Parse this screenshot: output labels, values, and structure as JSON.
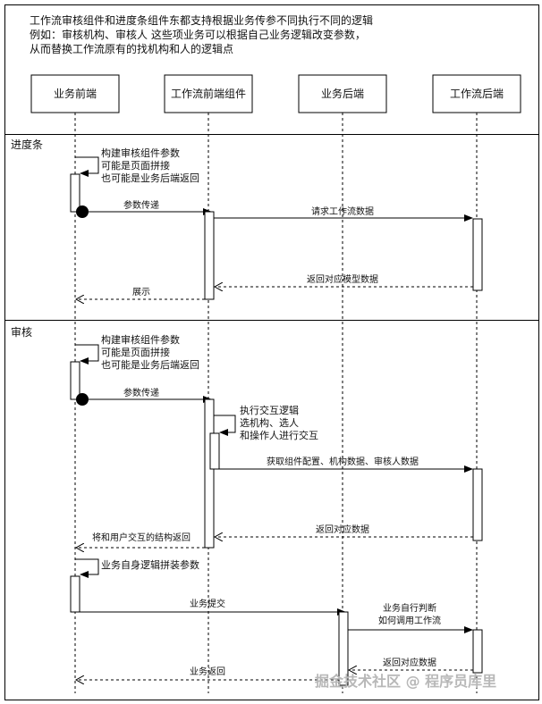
{
  "description": [
    "工作流审核组件和进度条组件东都支持根据业务传参不同执行不同的逻辑",
    "例如：审核机构、审核人 这些项业务可以根据自己业务逻辑改变参数，",
    "从而替换工作流原有的找机构和人的逻辑点"
  ],
  "participants": [
    "业务前端",
    "工作流前端组件",
    "业务后端",
    "工作流后端"
  ],
  "sections": [
    {
      "title": "进度条",
      "steps": [
        {
          "type": "self",
          "from": 0,
          "lines": [
            "构建审核组件参数",
            "可能是页面拼接",
            "也可能是业务后端返回"
          ]
        },
        {
          "type": "call",
          "from": 0,
          "to": 1,
          "label": "参数传递"
        },
        {
          "type": "call",
          "from": 1,
          "to": 3,
          "label": "请求工作流数据"
        },
        {
          "type": "return",
          "from": 3,
          "to": 1,
          "label": "返回对应模型数据"
        },
        {
          "type": "return",
          "from": 1,
          "to": 0,
          "label": "展示"
        }
      ]
    },
    {
      "title": "审核",
      "steps": [
        {
          "type": "self",
          "from": 0,
          "lines": [
            "构建审核组件参数",
            "可能是页面拼接",
            "也可能是业务后端返回"
          ]
        },
        {
          "type": "call",
          "from": 0,
          "to": 1,
          "label": "参数传递"
        },
        {
          "type": "self",
          "from": 1,
          "lines": [
            "执行交互逻辑",
            "选机构、选人",
            "和操作人进行交互"
          ]
        },
        {
          "type": "call",
          "from": 1,
          "to": 3,
          "label": "获取组件配置、机构数据、审核人数据"
        },
        {
          "type": "return",
          "from": 3,
          "to": 1,
          "label": "返回对应数据"
        },
        {
          "type": "return",
          "from": 1,
          "to": 0,
          "label": "将和用户交互的结构返回"
        },
        {
          "type": "self",
          "from": 0,
          "lines": [
            "业务自身逻辑拼装参数"
          ]
        },
        {
          "type": "call",
          "from": 0,
          "to": 2,
          "label": "业务提交"
        },
        {
          "type": "call",
          "from": 2,
          "to": 3,
          "label": "业务自行判断",
          "label2": "如何调用工作流"
        },
        {
          "type": "return",
          "from": 3,
          "to": 2,
          "label": "返回对应数据"
        },
        {
          "type": "return",
          "from": 2,
          "to": 0,
          "label": "业务返回"
        }
      ]
    }
  ],
  "watermark": "掘金技术社区 @ 程序员库里",
  "colors": {
    "line": "#000000",
    "background": "#ffffff",
    "watermark": "#b8b8b8"
  }
}
